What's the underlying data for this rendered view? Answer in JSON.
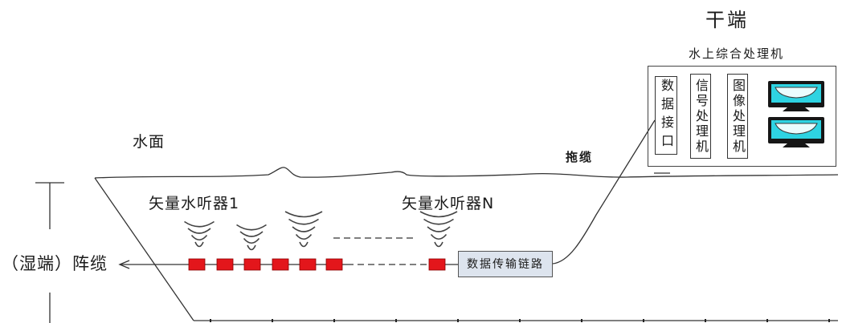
{
  "dry_end": {
    "title": "干端",
    "processor": {
      "title": "水上综合处理机",
      "modules": [
        {
          "label": "数据接口"
        },
        {
          "label": "信号处理机"
        },
        {
          "label": "图像处理机"
        }
      ],
      "displays": [
        {
          "icon": "monitor-icon"
        },
        {
          "icon": "monitor-icon"
        }
      ]
    }
  },
  "water_surface": {
    "label": "水面"
  },
  "tow_cable": {
    "label": "拖缆"
  },
  "wet_end": {
    "array_cable_label": "（湿端）阵缆",
    "hydrophones": {
      "first_label": "矢量水听器1",
      "last_label": "矢量水听器N",
      "icon": "sound-wave-icon"
    },
    "transmission_link": {
      "label": "数据传输链路"
    }
  },
  "colors": {
    "hydrophone": "#e3161b",
    "screen": "#2ed3e2",
    "transmission_box": "#dde4ee",
    "line": "#333333"
  }
}
